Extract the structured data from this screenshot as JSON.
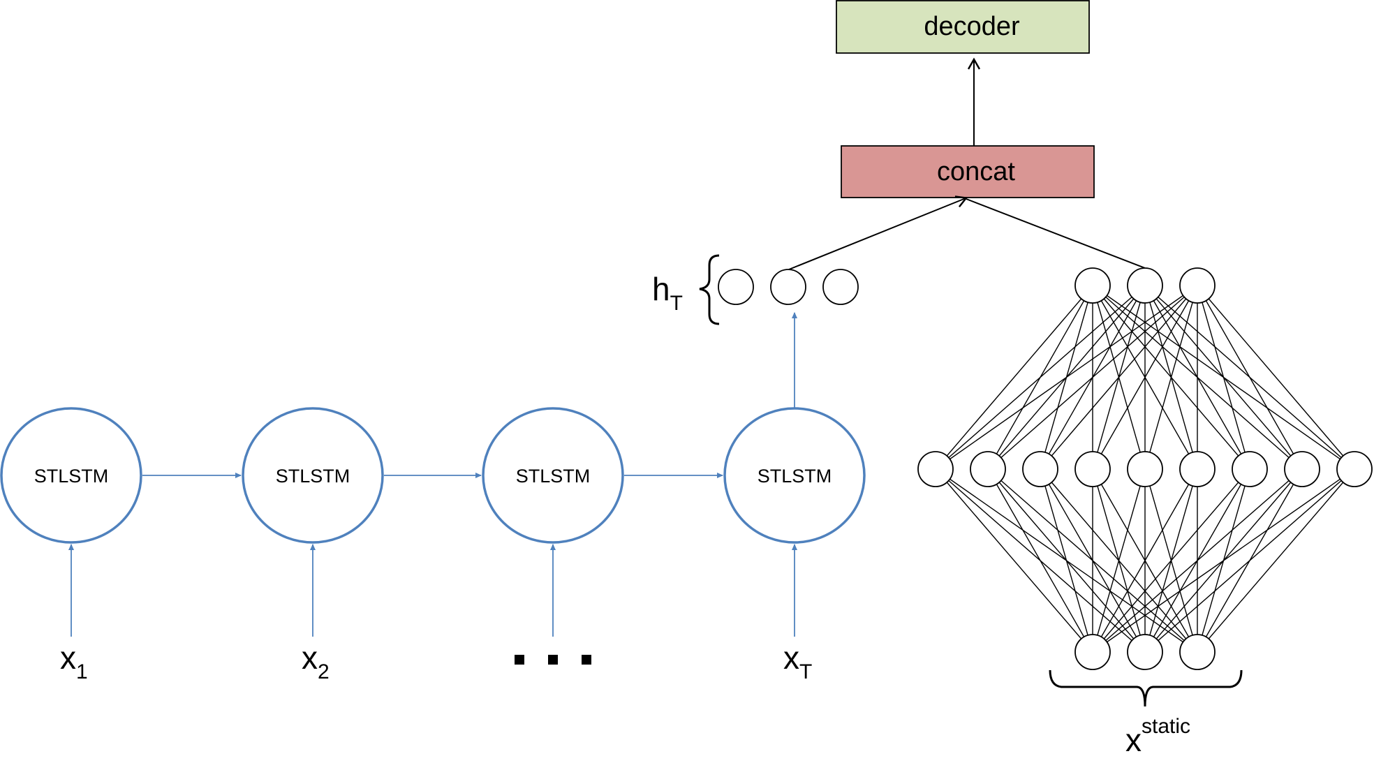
{
  "blocks": {
    "decoder": {
      "label": "decoder",
      "fill": "#d7e4bd"
    },
    "concat": {
      "label": "concat",
      "fill": "#d99694"
    }
  },
  "rnn": {
    "cell_color": "#4f81bd",
    "cells": [
      {
        "label": "STLSTM",
        "input_base": "x",
        "input_sub": "1"
      },
      {
        "label": "STLSTM",
        "input_base": "x",
        "input_sub": "2"
      },
      {
        "label": "STLSTM",
        "input_base": "",
        "input_sub": "",
        "ellipsis": true
      },
      {
        "label": "STLSTM",
        "input_base": "x",
        "input_sub": "T"
      }
    ]
  },
  "hidden_state": {
    "base": "h",
    "sub": "T",
    "node_count": 3
  },
  "static_net": {
    "layer_sizes": [
      3,
      9,
      3
    ],
    "input_base": "x",
    "input_sup": "static"
  }
}
